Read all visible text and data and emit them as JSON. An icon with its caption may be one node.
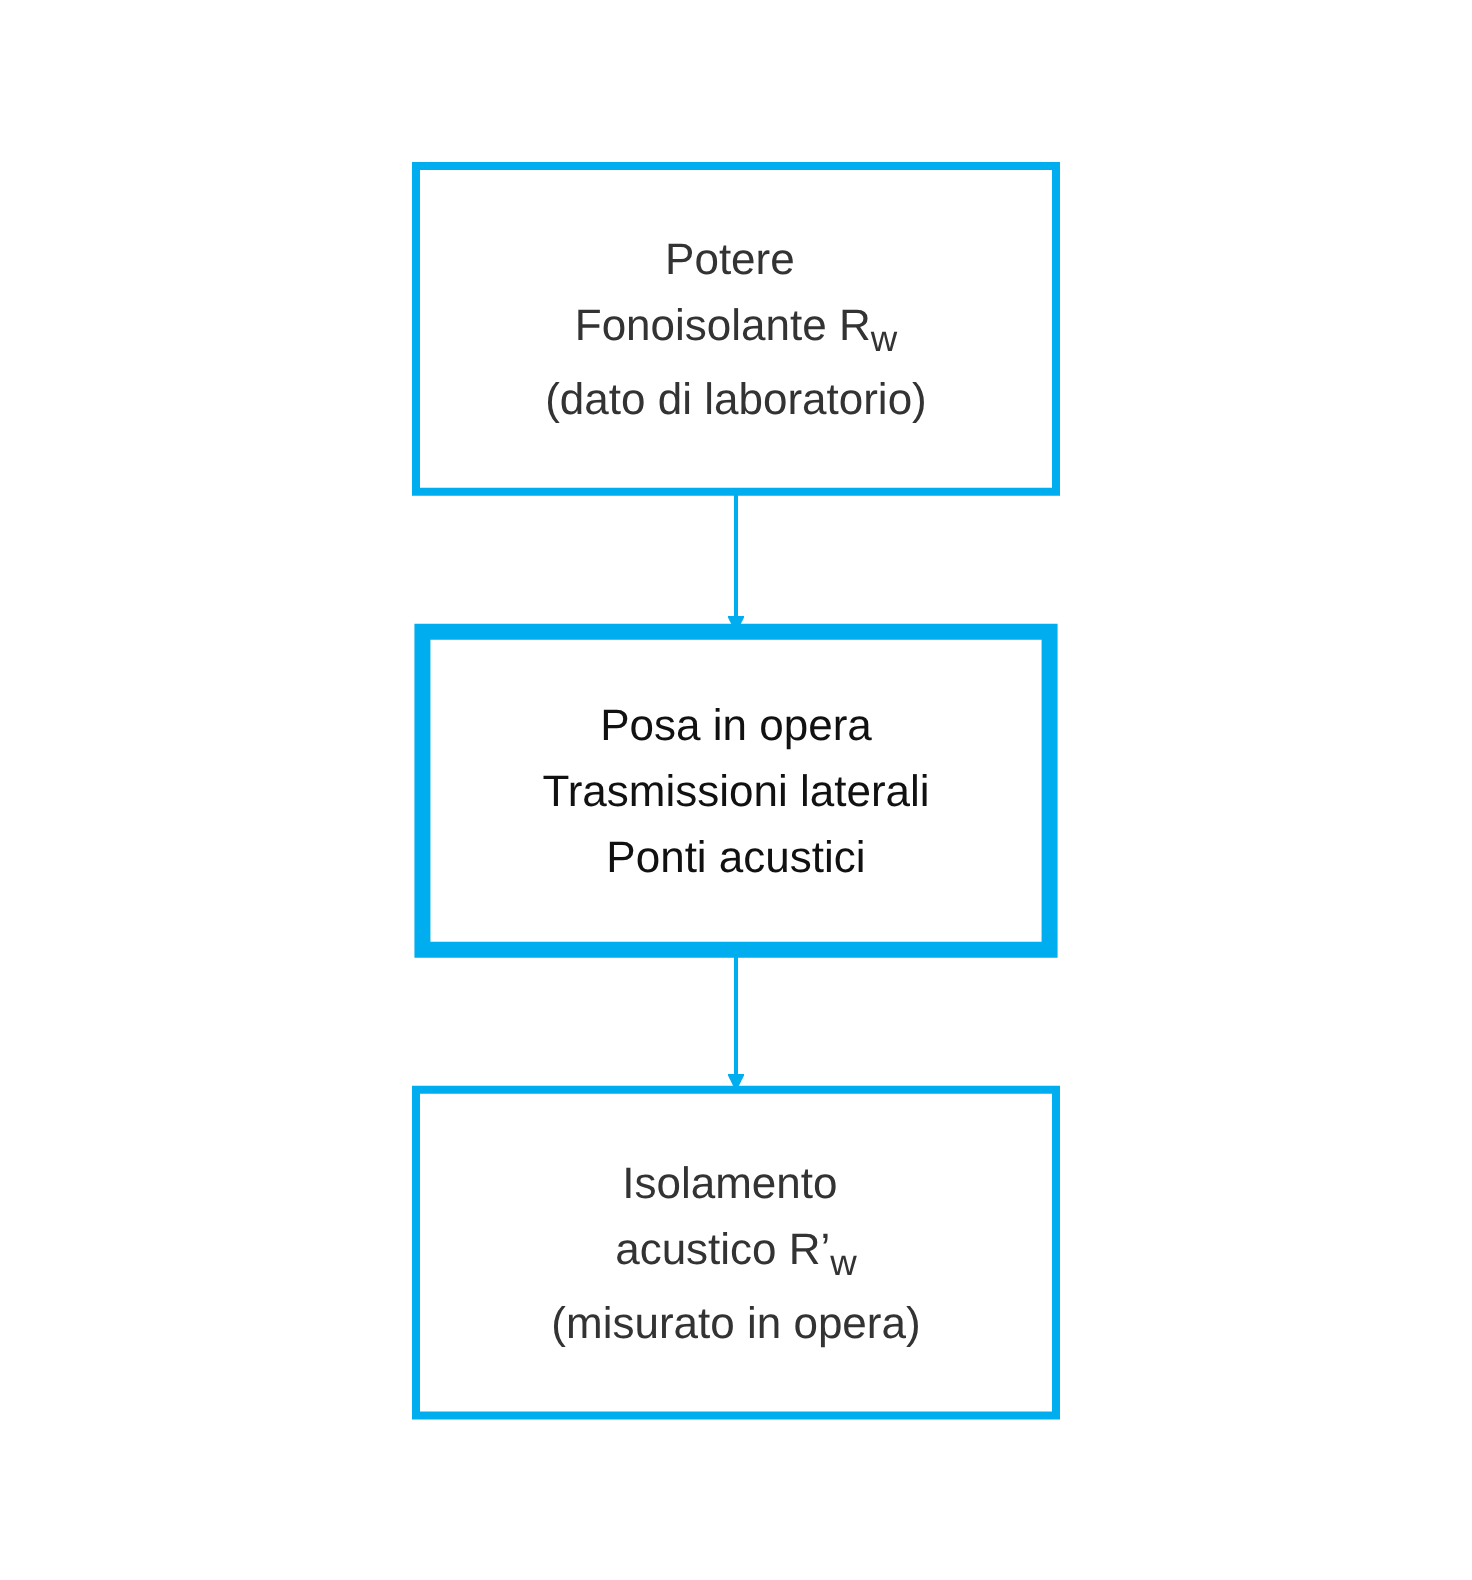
{
  "diagram": {
    "nodes": [
      {
        "text": [
          "Potere Fonoisolante R$_{w}$",
          "(dato di laboratorio)"
        ]
      },
      {
        "text": [
          "Posa in opera",
          "Trasmissioni laterali",
          "Ponti acustici"
        ]
      },
      {
        "text": [
          "Isolamento acustico R’$_{w}$",
          "(misurato in opera)"
        ]
      }
    ],
    "edges": [
      {
        "from": 0,
        "to": 1,
        "arrow": "to"
      },
      {
        "from": 1,
        "to": 2,
        "arrow": "to"
      }
    ]
  }
}
